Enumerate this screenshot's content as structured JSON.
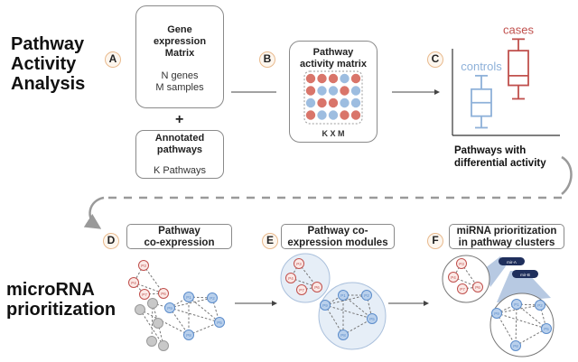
{
  "sections": {
    "top": {
      "title_lines": [
        "Pathway",
        "Activity",
        "Analysis"
      ]
    },
    "bottom": {
      "title_lines": [
        "microRNA",
        "prioritization"
      ]
    }
  },
  "steps": {
    "A": {
      "badge": "A",
      "gene_matrix": {
        "title_lines": [
          "Gene",
          "expression",
          "Matrix"
        ],
        "detail_lines": [
          "N genes",
          "M samples"
        ]
      },
      "plus": "+",
      "annotated": {
        "title_lines": [
          "Annotated",
          "pathways"
        ],
        "detail": "K Pathways"
      }
    },
    "B": {
      "badge": "B",
      "title_lines": [
        "Pathway",
        "activity matrix"
      ],
      "dims": "K X M",
      "grid": [
        [
          "red",
          "red",
          "red",
          "blue",
          "red"
        ],
        [
          "red",
          "blue",
          "blue",
          "red",
          "blue"
        ],
        [
          "blue",
          "red",
          "red",
          "blue",
          "blue"
        ],
        [
          "red",
          "blue",
          "blue",
          "red",
          "red"
        ]
      ]
    },
    "C": {
      "badge": "C",
      "caption_lines": [
        "Pathways with",
        "differential activity"
      ]
    },
    "D": {
      "badge": "D",
      "label_lines": [
        "Pathway",
        "co-expression"
      ]
    },
    "E": {
      "badge": "E",
      "label_lines": [
        "Pathway co-",
        "expression modules"
      ]
    },
    "F": {
      "badge": "F",
      "label_lines": [
        "miRNA prioritization",
        "in pathway clusters"
      ],
      "mirna_tags": [
        "mir-A",
        "mir-B"
      ]
    }
  },
  "nodes": {
    "red": [
      "P3",
      "P4",
      "P7",
      "P6"
    ],
    "blue": [
      "P1",
      "P2",
      "P9",
      "P5",
      "P8"
    ]
  },
  "colors": {
    "red": "#d9756a",
    "blue": "#9dbde0",
    "red_stroke": "#c0504d",
    "blue_stroke": "#5b8ccb",
    "cluster_fill": "#e6eef7",
    "grey_node": "#c8c8c8",
    "mirna_tag": "#1f2f5c",
    "badge_border": "#e8b98c"
  },
  "chart_data": {
    "type": "box",
    "title": "",
    "xlabel": "",
    "ylabel": "",
    "series": [
      {
        "name": "controls",
        "color": "#8eb1d9",
        "whisker_low": 0.08,
        "q1": 0.2,
        "median": 0.34,
        "q3": 0.48,
        "whisker_high": 0.62
      },
      {
        "name": "cases",
        "color": "#c0504d",
        "whisker_low": 0.38,
        "q1": 0.52,
        "median": 0.62,
        "q3": 0.88,
        "whisker_high": 1.0
      }
    ],
    "ylim": [
      0,
      1.05
    ],
    "grid": false,
    "legend": "labels above boxes"
  }
}
